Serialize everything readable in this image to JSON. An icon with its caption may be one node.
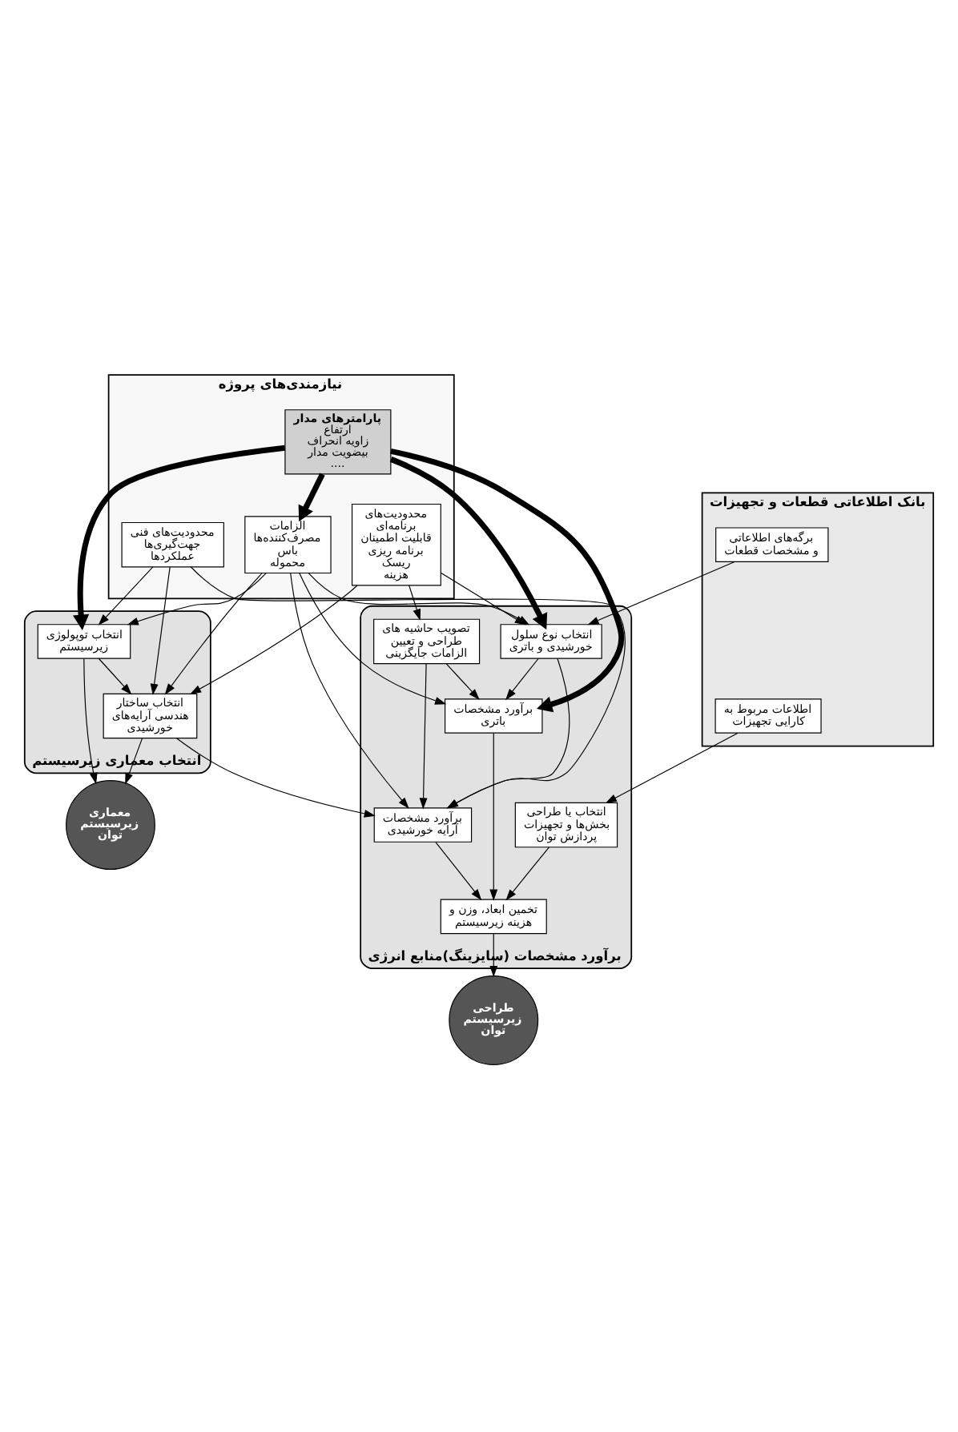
{
  "diagram": {
    "nodes": [
      {
        "text": [
          "نیازمندی‌های پروژه"
        ]
      },
      {
        "text": [
          "پارامترهای مدار",
          "ارتفاع",
          "زاویه انحراف",
          "بیضویت مدار",
          "...."
        ],
        "in": 0
      },
      {
        "text": [
          "الزامات مصرف‌کننده‌ها",
          "باس",
          "محموله"
        ],
        "in": 0
      },
      {
        "text": [
          "محدودیت‌های فنی",
          "جهت‌گیری‌ها",
          "عملکردها"
        ],
        "in": 0
      },
      {
        "text": [
          "محدودیت‌های برنامه‌ای",
          "قابلیت اطمینان",
          "برنامه ریزی",
          "ریسک",
          "هزینه"
        ],
        "in": 0
      },
      {
        "text": [
          "انتخاب معماری زیرسیستم"
        ]
      },
      {
        "text": [
          "انتخاب توپولوژی زیرسیستم"
        ],
        "in": 5
      },
      {
        "text": [
          "انتخاب ساختار هندسی آرایه‌های خورشیدی"
        ],
        "in": 5
      },
      {
        "text": [
          "معماری زیرسیستم توان"
        ]
      },
      {
        "text": [
          "برآورد مشخصات (سایزینگ)منابع انرژی"
        ]
      },
      {
        "text": [
          "برآورد مشخصات آرایه خورشیدی"
        ],
        "in": 9
      },
      {
        "text": [
          "تصویب حاشیه های طراحی و تعیین الزامات جایگزینی"
        ],
        "in": 9
      },
      {
        "text": [
          "انتخاب نوع سلول خورشیدی و باتری"
        ],
        "in": 9
      },
      {
        "text": [
          "برآورد مشخصات باتری"
        ],
        "in": 9
      },
      {
        "text": [
          "انتخاب یا طراحی بخش‌ها و تجهیزات پردازش توان"
        ],
        "in": 9
      },
      {
        "text": [
          "تخمین ابعاد، وزن و هزینه زیرسیستم"
        ],
        "in": 9
      },
      {
        "text": [
          "بانک اطلاعاتی قطعات و تجهیزات"
        ]
      },
      {
        "text": [
          "برگه‌های اطلاعاتی و مشخصات قطعات"
        ],
        "in": 16
      },
      {
        "text": [
          "اطلاعات مربوط به کارایی تجهیزات"
        ],
        "in": 16
      },
      {
        "text": [
          "طراحی زیرسیستم توان"
        ]
      }
    ],
    "edges": [
      {
        "from": 1,
        "to": 2,
        "arrow": "to",
        "style": "thick"
      },
      {
        "from": 1,
        "to": 6,
        "arrow": "to",
        "style": "thick"
      },
      {
        "from": 1,
        "to": 12,
        "arrow": "to",
        "style": "thick"
      },
      {
        "from": 1,
        "to": 13,
        "arrow": "to",
        "style": "thick"
      },
      {
        "from": 2,
        "to": 6,
        "arrow": "to"
      },
      {
        "from": 2,
        "to": 7,
        "arrow": "to"
      },
      {
        "from": 2,
        "to": 10,
        "arrow": "to"
      },
      {
        "from": 2,
        "to": 12,
        "arrow": "to"
      },
      {
        "from": 2,
        "to": 13,
        "arrow": "to"
      },
      {
        "from": 3,
        "to": 6,
        "arrow": "to"
      },
      {
        "from": 3,
        "to": 7,
        "arrow": "to"
      },
      {
        "from": 3,
        "to": 10,
        "arrow": "to"
      },
      {
        "from": 4,
        "to": 7,
        "arrow": "to"
      },
      {
        "from": 4,
        "to": 12,
        "arrow": "to"
      },
      {
        "from": 4,
        "to": 11,
        "arrow": "to"
      },
      {
        "from": 6,
        "to": 7,
        "arrow": "to"
      },
      {
        "from": 7,
        "to": 8,
        "arrow": "to"
      },
      {
        "from": 6,
        "to": 8,
        "arrow": "to"
      },
      {
        "from": 7,
        "to": 10,
        "arrow": "to"
      },
      {
        "from": 10,
        "to": 15,
        "arrow": "to"
      },
      {
        "from": 11,
        "to": 10,
        "arrow": "to"
      },
      {
        "from": 11,
        "to": 13,
        "arrow": "to"
      },
      {
        "from": 12,
        "to": 10,
        "arrow": "to"
      },
      {
        "from": 12,
        "to": 13,
        "arrow": "to"
      },
      {
        "from": 13,
        "to": 15,
        "arrow": "to"
      },
      {
        "from": 14,
        "to": 15,
        "arrow": "to"
      },
      {
        "from": 17,
        "to": 12,
        "arrow": "to"
      },
      {
        "from": 18,
        "to": 14,
        "arrow": "to"
      },
      {
        "from": 15,
        "to": 19,
        "arrow": "to"
      }
    ]
  }
}
